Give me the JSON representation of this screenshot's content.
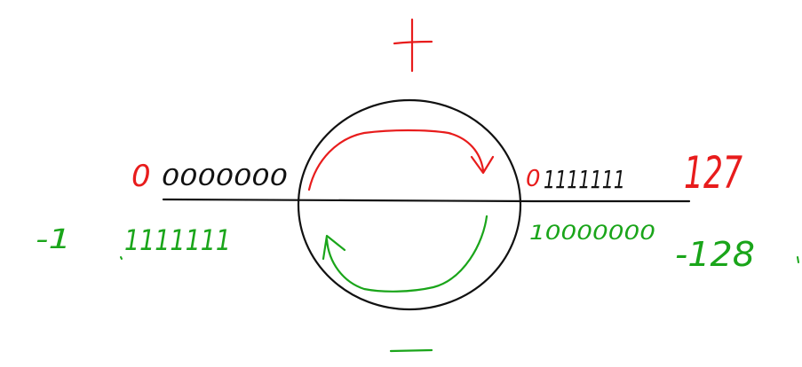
{
  "colors": {
    "positive": "#e81c1c",
    "negative": "#1aa51a",
    "ink": "#111111"
  },
  "labels": {
    "top_sign": "+",
    "left_top_value": "0",
    "left_top_bits": "0000000",
    "right_top_value": "0",
    "right_top_bits": "1111111",
    "right_top_number": "127",
    "left_bottom_number": "-1",
    "left_bottom_bits": "1111111",
    "right_bottom_bits": "10000000",
    "right_bottom_number": "-128"
  }
}
